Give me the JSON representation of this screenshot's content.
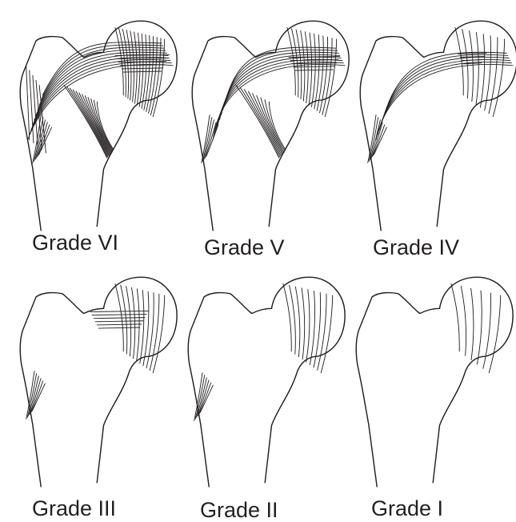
{
  "figure": {
    "panels": [
      {
        "label": "Grade VI",
        "grade": 6
      },
      {
        "label": "Grade V",
        "grade": 5
      },
      {
        "label": "Grade IV",
        "grade": 4
      },
      {
        "label": "Grade III",
        "grade": 3
      },
      {
        "label": "Grade II",
        "grade": 2
      },
      {
        "label": "Grade I",
        "grade": 1
      }
    ]
  }
}
